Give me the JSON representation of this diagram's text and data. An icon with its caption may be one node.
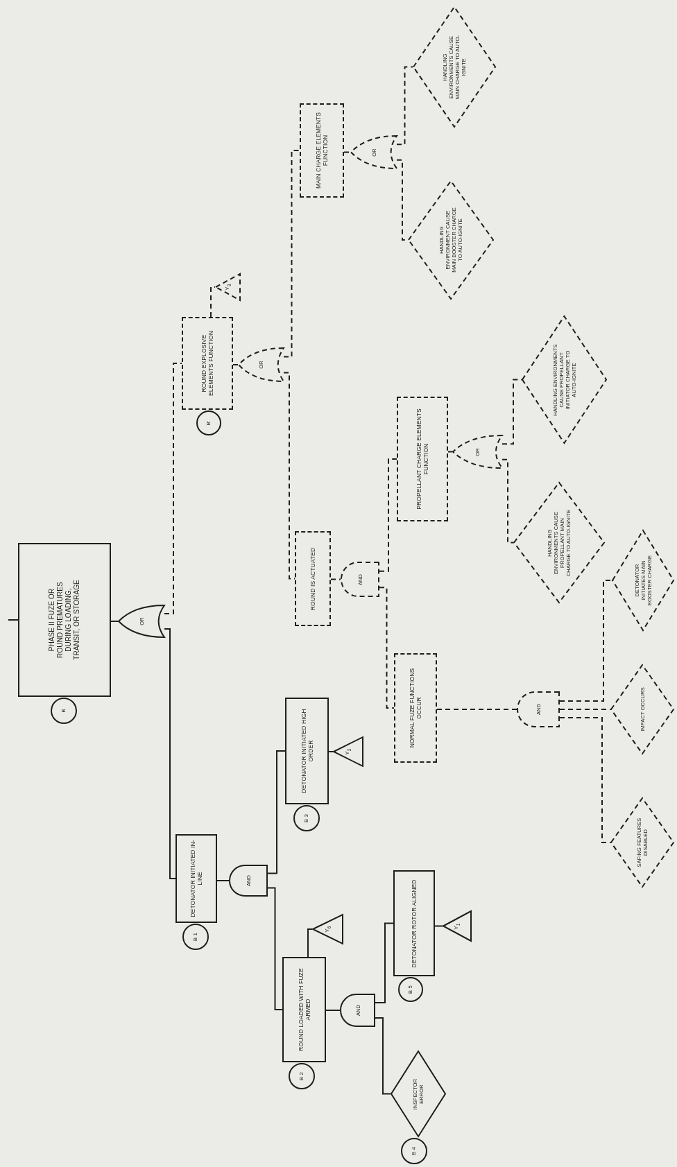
{
  "diagram": {
    "nodes": [
      {
        "text": [
          "PHASE II FUZE OR ROUND PREMATURES DURING LOADING, TRANSIT, OR STORAGE"
        ]
      },
      {
        "text": [
          "B"
        ]
      },
      {
        "text": [
          "OR"
        ]
      },
      {
        "text": [
          "DETONATOR INITIATED IN-LINE"
        ]
      },
      {
        "text": [
          "B 1"
        ]
      },
      {
        "text": [
          "AND"
        ]
      },
      {
        "text": [
          "ROUND LOADED WITH FUZE ARMED"
        ]
      },
      {
        "text": [
          "B 2"
        ]
      },
      {
        "text": [
          "Y$_{6}$"
        ]
      },
      {
        "text": [
          "AND"
        ]
      },
      {
        "text": [
          "INSPECTOR ERROR"
        ]
      },
      {
        "text": [
          "B 4"
        ]
      },
      {
        "text": [
          "DETONATOR ROTOR ALIGNED"
        ]
      },
      {
        "text": [
          "B 5"
        ]
      },
      {
        "text": [
          "Y$_{1}$"
        ]
      },
      {
        "text": [
          "DETONATOR INITIATED HIGH ORDER"
        ]
      },
      {
        "text": [
          "B 3"
        ]
      },
      {
        "text": [
          "Y$_{2}$"
        ]
      },
      {
        "text": [
          "ROUND IS ACTUATED"
        ]
      },
      {
        "text": [
          "AND"
        ]
      },
      {
        "text": [
          "NORMAL FUZE FUNCTIONS OCCUR"
        ]
      },
      {
        "text": [
          "AND"
        ]
      },
      {
        "text": [
          "SAFING FEATURES DISABLED"
        ]
      },
      {
        "text": [
          "IMPACT OCCURS"
        ]
      },
      {
        "text": [
          "DETONATOR INITIATES MAIN BOOSTER CHARGE"
        ]
      },
      {
        "text": [
          "PROPELLANT CHARGE ELEMENTS FUNCTION"
        ]
      },
      {
        "text": [
          "OR"
        ]
      },
      {
        "text": [
          "HANDLING ENVIRONMENTS CAUSE PROPELLANT MAIN CHARGE TO AUTO-IGNITE"
        ]
      },
      {
        "text": [
          "HANDLING ENVIRONMENTS CAUSE PROPELLANT INITIATOR CHARGE TO AUTO-IGNITE"
        ]
      },
      {
        "text": [
          "ROUND EXPLOSIVE ELEMENTS FUNCTION"
        ]
      },
      {
        "text": [
          "B'"
        ]
      },
      {
        "text": [
          "Y$_{3}$"
        ]
      },
      {
        "text": [
          "OR"
        ]
      },
      {
        "text": [
          "MAIN CHARGE ELEMENTS FUNCTION"
        ]
      },
      {
        "text": [
          "OR"
        ]
      },
      {
        "text": [
          "HANDLING ENVIRONMENT CAUSE MAIN BOOSTER CHARGE TO AUTO-IGNITE"
        ]
      },
      {
        "text": [
          "HANDLING ENVIRONMENTS CAUSE MAIN CHARGE TO AUTO-IGNITE"
        ]
      }
    ],
    "edges": [
      {
        "from": null,
        "to": 0,
        "arrow": "none"
      },
      {
        "from": 0,
        "to": 2,
        "arrow": "none"
      },
      {
        "from": 2,
        "to": 3,
        "arrow": "none"
      },
      {
        "from": 2,
        "to": 29,
        "arrow": "none",
        "style": "dashed"
      },
      {
        "from": 3,
        "to": 5,
        "arrow": "none"
      },
      {
        "from": 5,
        "to": 15,
        "arrow": "none"
      },
      {
        "from": 5,
        "to": 6,
        "arrow": "none"
      },
      {
        "from": 6,
        "to": 8,
        "arrow": "none"
      },
      {
        "from": 6,
        "to": 9,
        "arrow": "none"
      },
      {
        "from": 9,
        "to": 12,
        "arrow": "none"
      },
      {
        "from": 9,
        "to": 10,
        "arrow": "none"
      },
      {
        "from": 12,
        "to": 14,
        "arrow": "none"
      },
      {
        "from": 15,
        "to": 17,
        "arrow": "none"
      },
      {
        "from": 29,
        "to": 31,
        "arrow": "none",
        "style": "dashed"
      },
      {
        "from": 29,
        "to": 32,
        "arrow": "none",
        "style": "dashed"
      },
      {
        "from": 32,
        "to": 33,
        "arrow": "none",
        "style": "dashed"
      },
      {
        "from": 32,
        "to": 18,
        "arrow": "none",
        "style": "dashed"
      },
      {
        "from": 33,
        "to": 34,
        "arrow": "none",
        "style": "dashed"
      },
      {
        "from": 34,
        "to": 36,
        "arrow": "none",
        "style": "dashed"
      },
      {
        "from": 34,
        "to": 35,
        "arrow": "none",
        "style": "dashed"
      },
      {
        "from": 18,
        "to": 19,
        "arrow": "none",
        "style": "dashed"
      },
      {
        "from": 19,
        "to": 25,
        "arrow": "none",
        "style": "dashed"
      },
      {
        "from": 19,
        "to": 20,
        "arrow": "none",
        "style": "dashed"
      },
      {
        "from": 25,
        "to": 26,
        "arrow": "none",
        "style": "dashed"
      },
      {
        "from": 26,
        "to": 28,
        "arrow": "none",
        "style": "dashed"
      },
      {
        "from": 26,
        "to": 27,
        "arrow": "none",
        "style": "dashed"
      },
      {
        "from": 20,
        "to": 21,
        "arrow": "none",
        "style": "dashed"
      },
      {
        "from": 21,
        "to": 24,
        "arrow": "none",
        "style": "dashed"
      },
      {
        "from": 21,
        "to": 23,
        "arrow": "none",
        "style": "dashed"
      },
      {
        "from": 21,
        "to": 22,
        "arrow": "none",
        "style": "dashed"
      }
    ]
  }
}
